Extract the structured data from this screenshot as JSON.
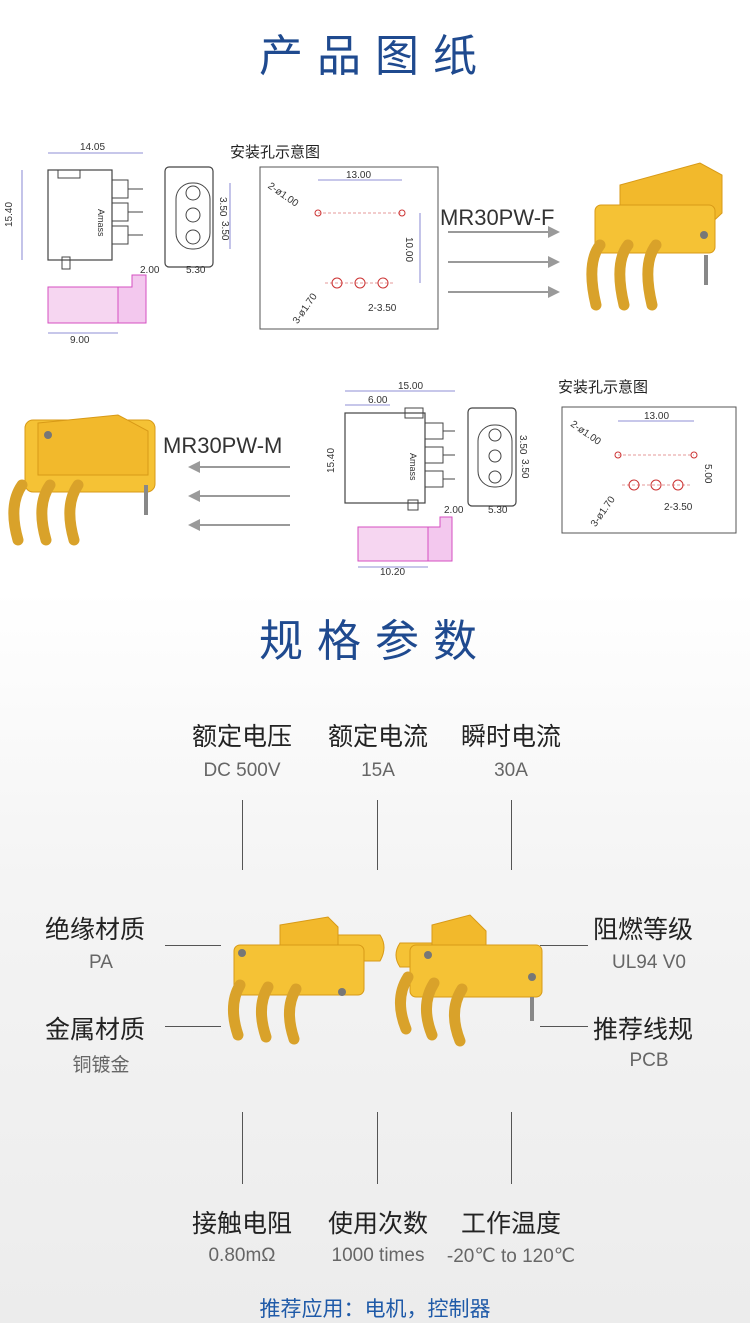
{
  "titles": {
    "drawings": "产品图纸",
    "specs": "规格参数"
  },
  "drawing_top": {
    "install_title": "安装孔示意图",
    "model": "MR30PW-F",
    "dims": {
      "width": "14.05",
      "height": "15.40",
      "pitch_a": "3.50",
      "pitch_b": "3.50",
      "d1": "2.00",
      "d2": "5.30",
      "d3": "9.00",
      "hole_span": "13.00",
      "hole_big": "2-ø1.00",
      "hole_depth": "10.00",
      "hole_small": "3-ø1.70",
      "hole_pitch": "2-3.50"
    }
  },
  "drawing_bottom": {
    "install_title": "安装孔示意图",
    "model": "MR30PW-M",
    "dims": {
      "width": "15.00",
      "inner": "6.00",
      "height": "15.40",
      "pitch_a": "3.50",
      "pitch_b": "3.50",
      "d1": "2.00",
      "d2": "5.30",
      "d3": "10.20",
      "hole_span": "13.00",
      "hole_big": "2-ø1.00",
      "hole_depth": "5.00",
      "hole_small": "3-ø1.70",
      "hole_pitch": "2-3.50"
    }
  },
  "specs": {
    "rated_voltage": {
      "label": "额定电压",
      "value": "DC 500V"
    },
    "rated_current": {
      "label": "额定电流",
      "value": "15A"
    },
    "instant_current": {
      "label": "瞬时电流",
      "value": "30A"
    },
    "insulation": {
      "label": "绝缘材质",
      "value": "PA"
    },
    "flame": {
      "label": "阻燃等级",
      "value": "UL94 V0"
    },
    "metal": {
      "label": "金属材质",
      "value": "铜镀金"
    },
    "wire": {
      "label": "推荐线规",
      "value": "PCB"
    },
    "resistance": {
      "label": "接触电阻",
      "value": "0.80mΩ"
    },
    "cycles": {
      "label": "使用次数",
      "value": "1000 times"
    },
    "temp": {
      "label": "工作温度",
      "value": "-20℃ to 120℃"
    }
  },
  "footer": "推荐应用：电机，控制器",
  "brand_mark": "Amass",
  "colors": {
    "title_blue": "#1f4a8f",
    "connector_yellow": "#f2b92c",
    "pin_gold": "#d9a22a",
    "dim_magenta": "#d64fc1"
  }
}
